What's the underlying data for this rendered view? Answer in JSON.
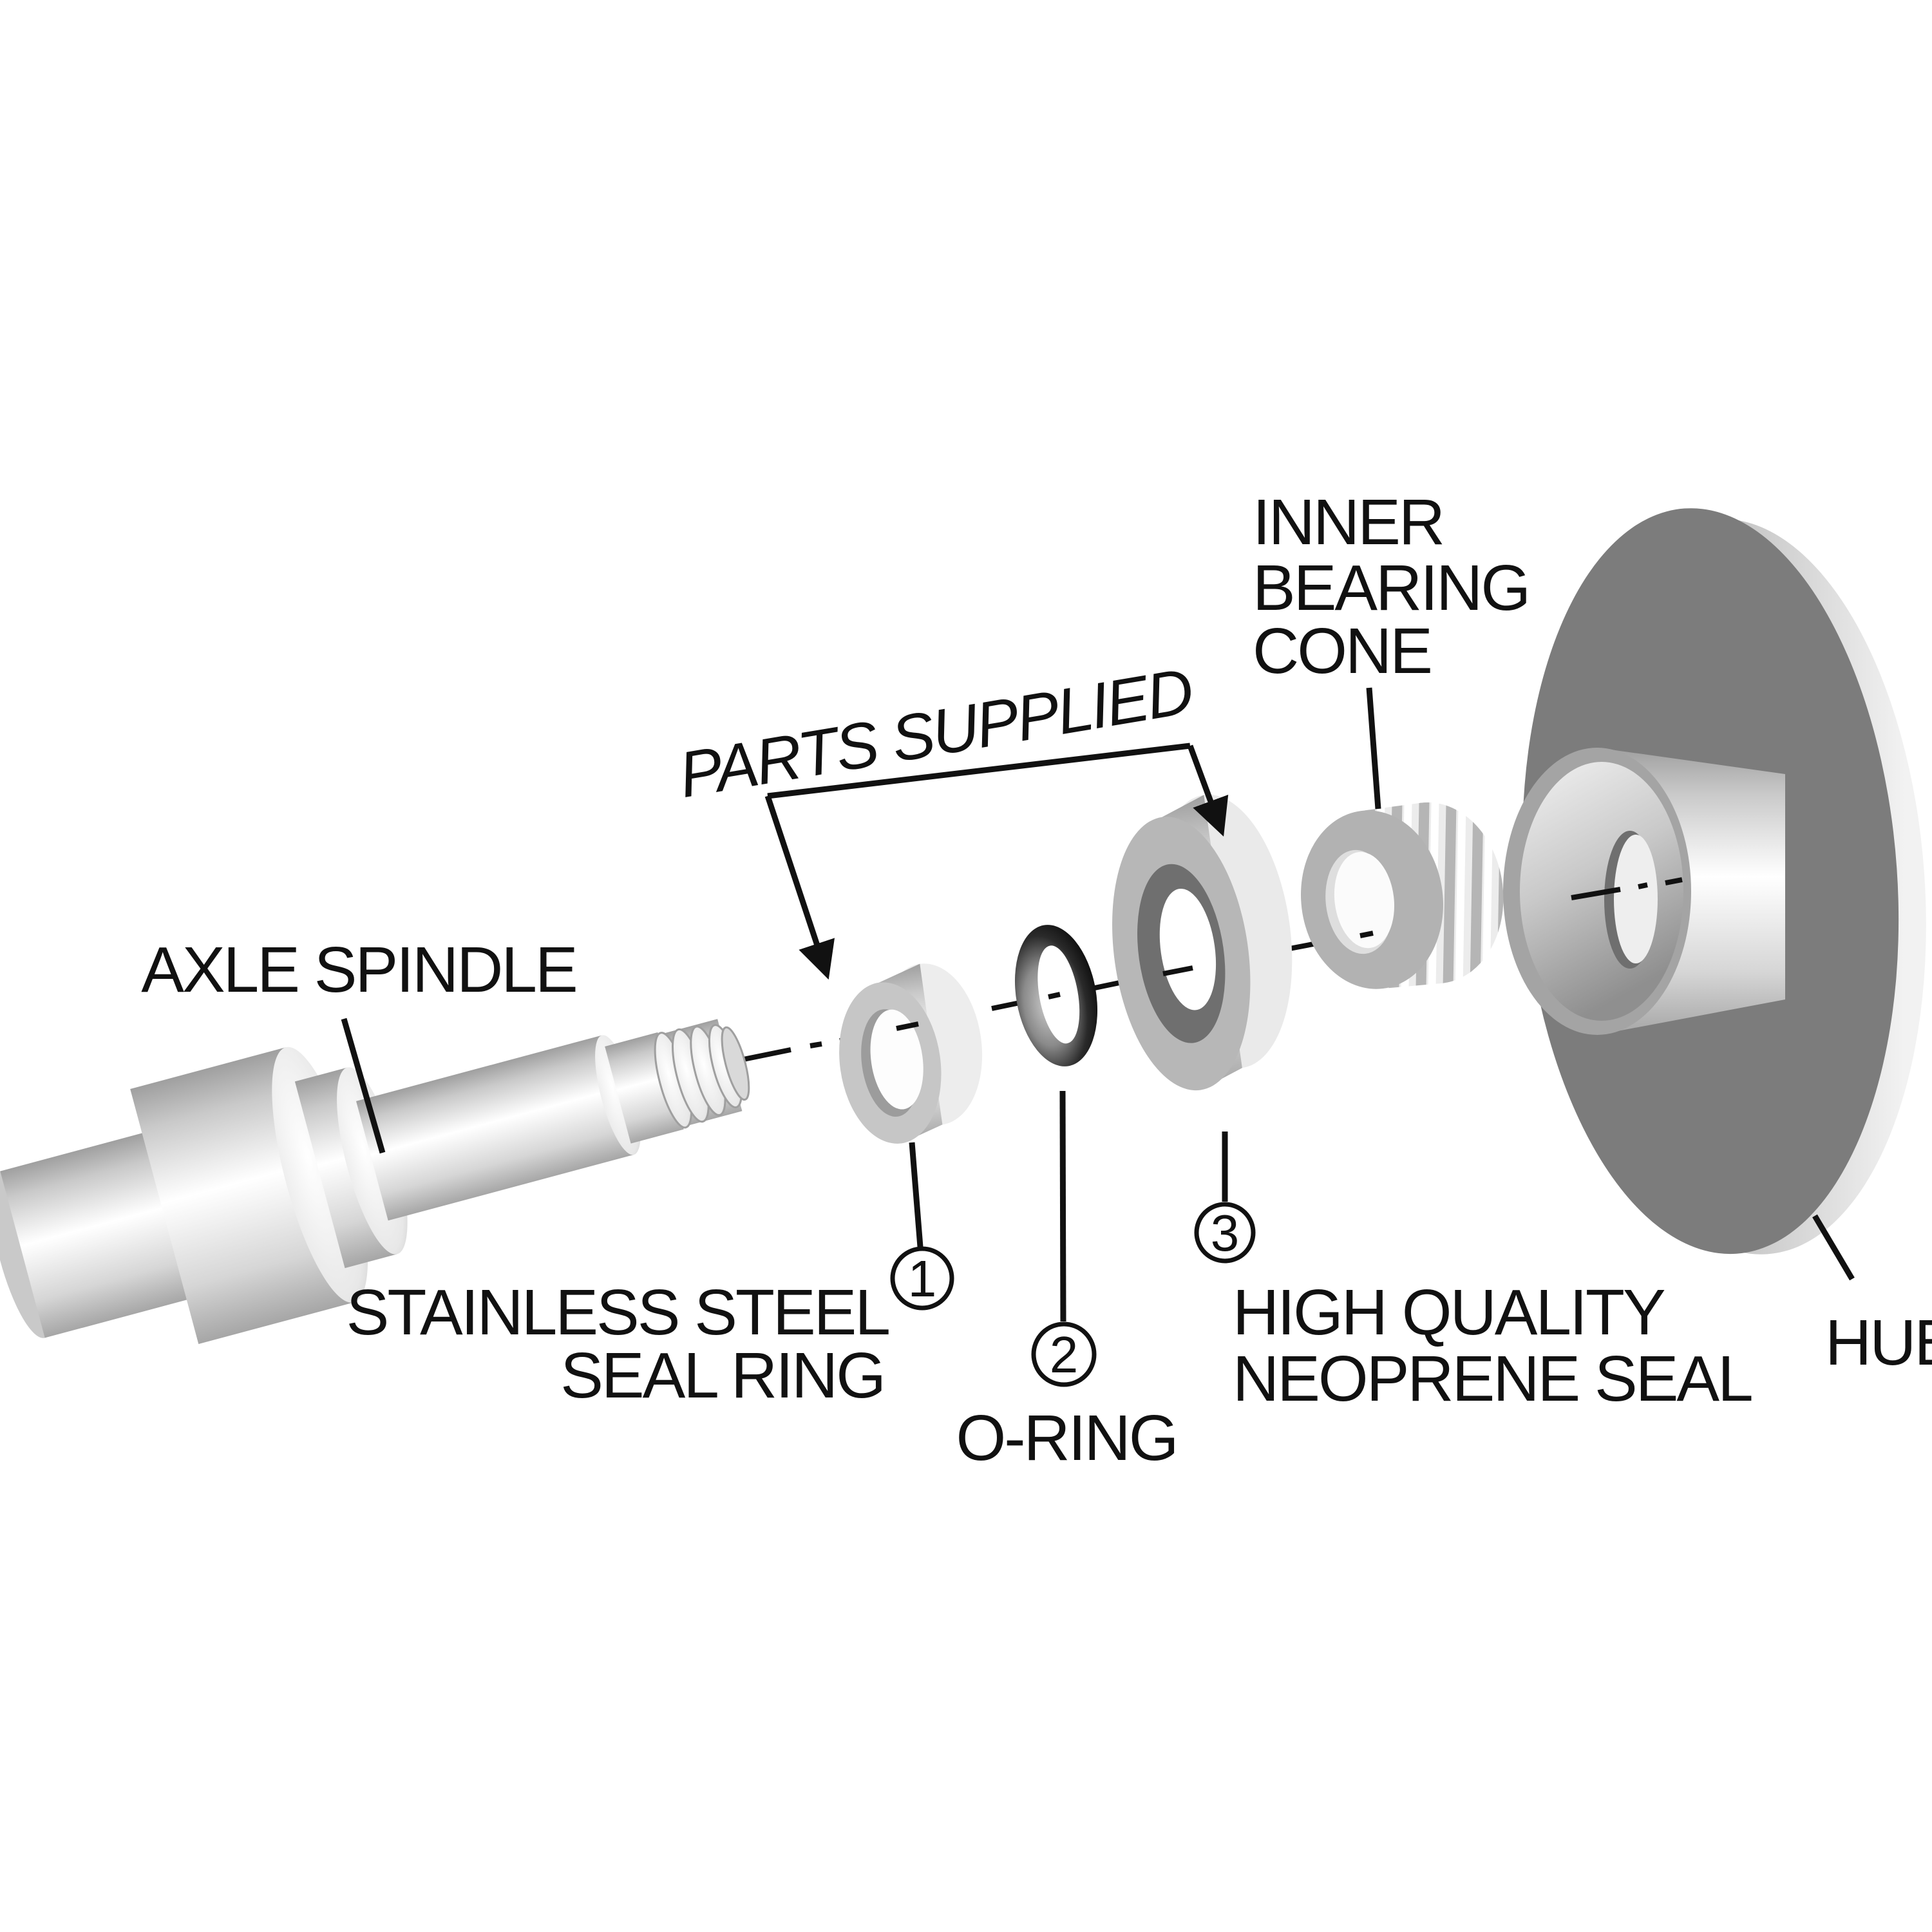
{
  "figure": {
    "type": "exploded-assembly-diagram",
    "background": "#ffffff",
    "subject": "trailer wheel hub seal kit installation"
  },
  "labels": {
    "axle_spindle": "AXLE SPINDLE",
    "parts_supplied": "PARTS SUPPLIED",
    "inner_bearing_cone": {
      "line1": "INNER",
      "line2": "BEARING",
      "line3": "CONE"
    },
    "stainless_steel_seal_ring": {
      "line1": "STAINLESS STEEL",
      "line2": "SEAL RING"
    },
    "o_ring": "O-RING",
    "high_quality_neoprene_seal": {
      "line1": "HIGH QUALITY",
      "line2": "NEOPRENE SEAL"
    },
    "hub": "HUB"
  },
  "callouts": {
    "seal_ring": "1",
    "o_ring": "2",
    "neoprene_seal": "3"
  },
  "colors": {
    "text_and_lines": "#111111",
    "hub_disc": "#7c7c7c",
    "hub_rim_highlight": "#bdbdbd",
    "part_body_light": "#f0f0f0",
    "ring_face_gray": "#c6c6c6",
    "seal_face_gray": "#b7b7b7",
    "seal_inner_dark": "#6f6f6f",
    "bearing_face": "#b2b2b2",
    "o_ring_black": "#141414",
    "bore_shadow": "#9c9c9c"
  }
}
